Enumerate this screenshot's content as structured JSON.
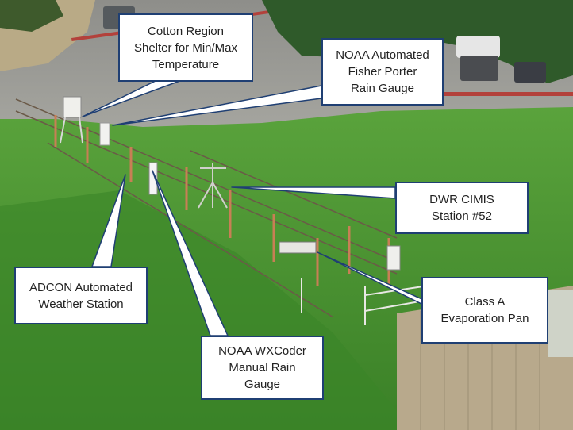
{
  "callouts": {
    "cotton": {
      "lines": [
        "Cotton Region",
        "Shelter for Min/Max",
        "Temperature"
      ]
    },
    "noaa_fisher": {
      "lines": [
        "NOAA Automated",
        "Fisher Porter",
        "Rain Gauge"
      ]
    },
    "dwr": {
      "lines": [
        "DWR CIMIS",
        "Station #52"
      ]
    },
    "adcon": {
      "lines": [
        "ADCON Automated",
        "Weather Station"
      ]
    },
    "class_a": {
      "lines": [
        "Class A",
        "Evaporation Pan"
      ]
    },
    "wxcoder": {
      "lines": [
        "NOAA WXCoder",
        "Manual Rain",
        "Gauge"
      ]
    }
  },
  "colors": {
    "callout_border": "#1f3f73",
    "leader_line": "#1f3f73",
    "grass": "#3f8a2c"
  }
}
